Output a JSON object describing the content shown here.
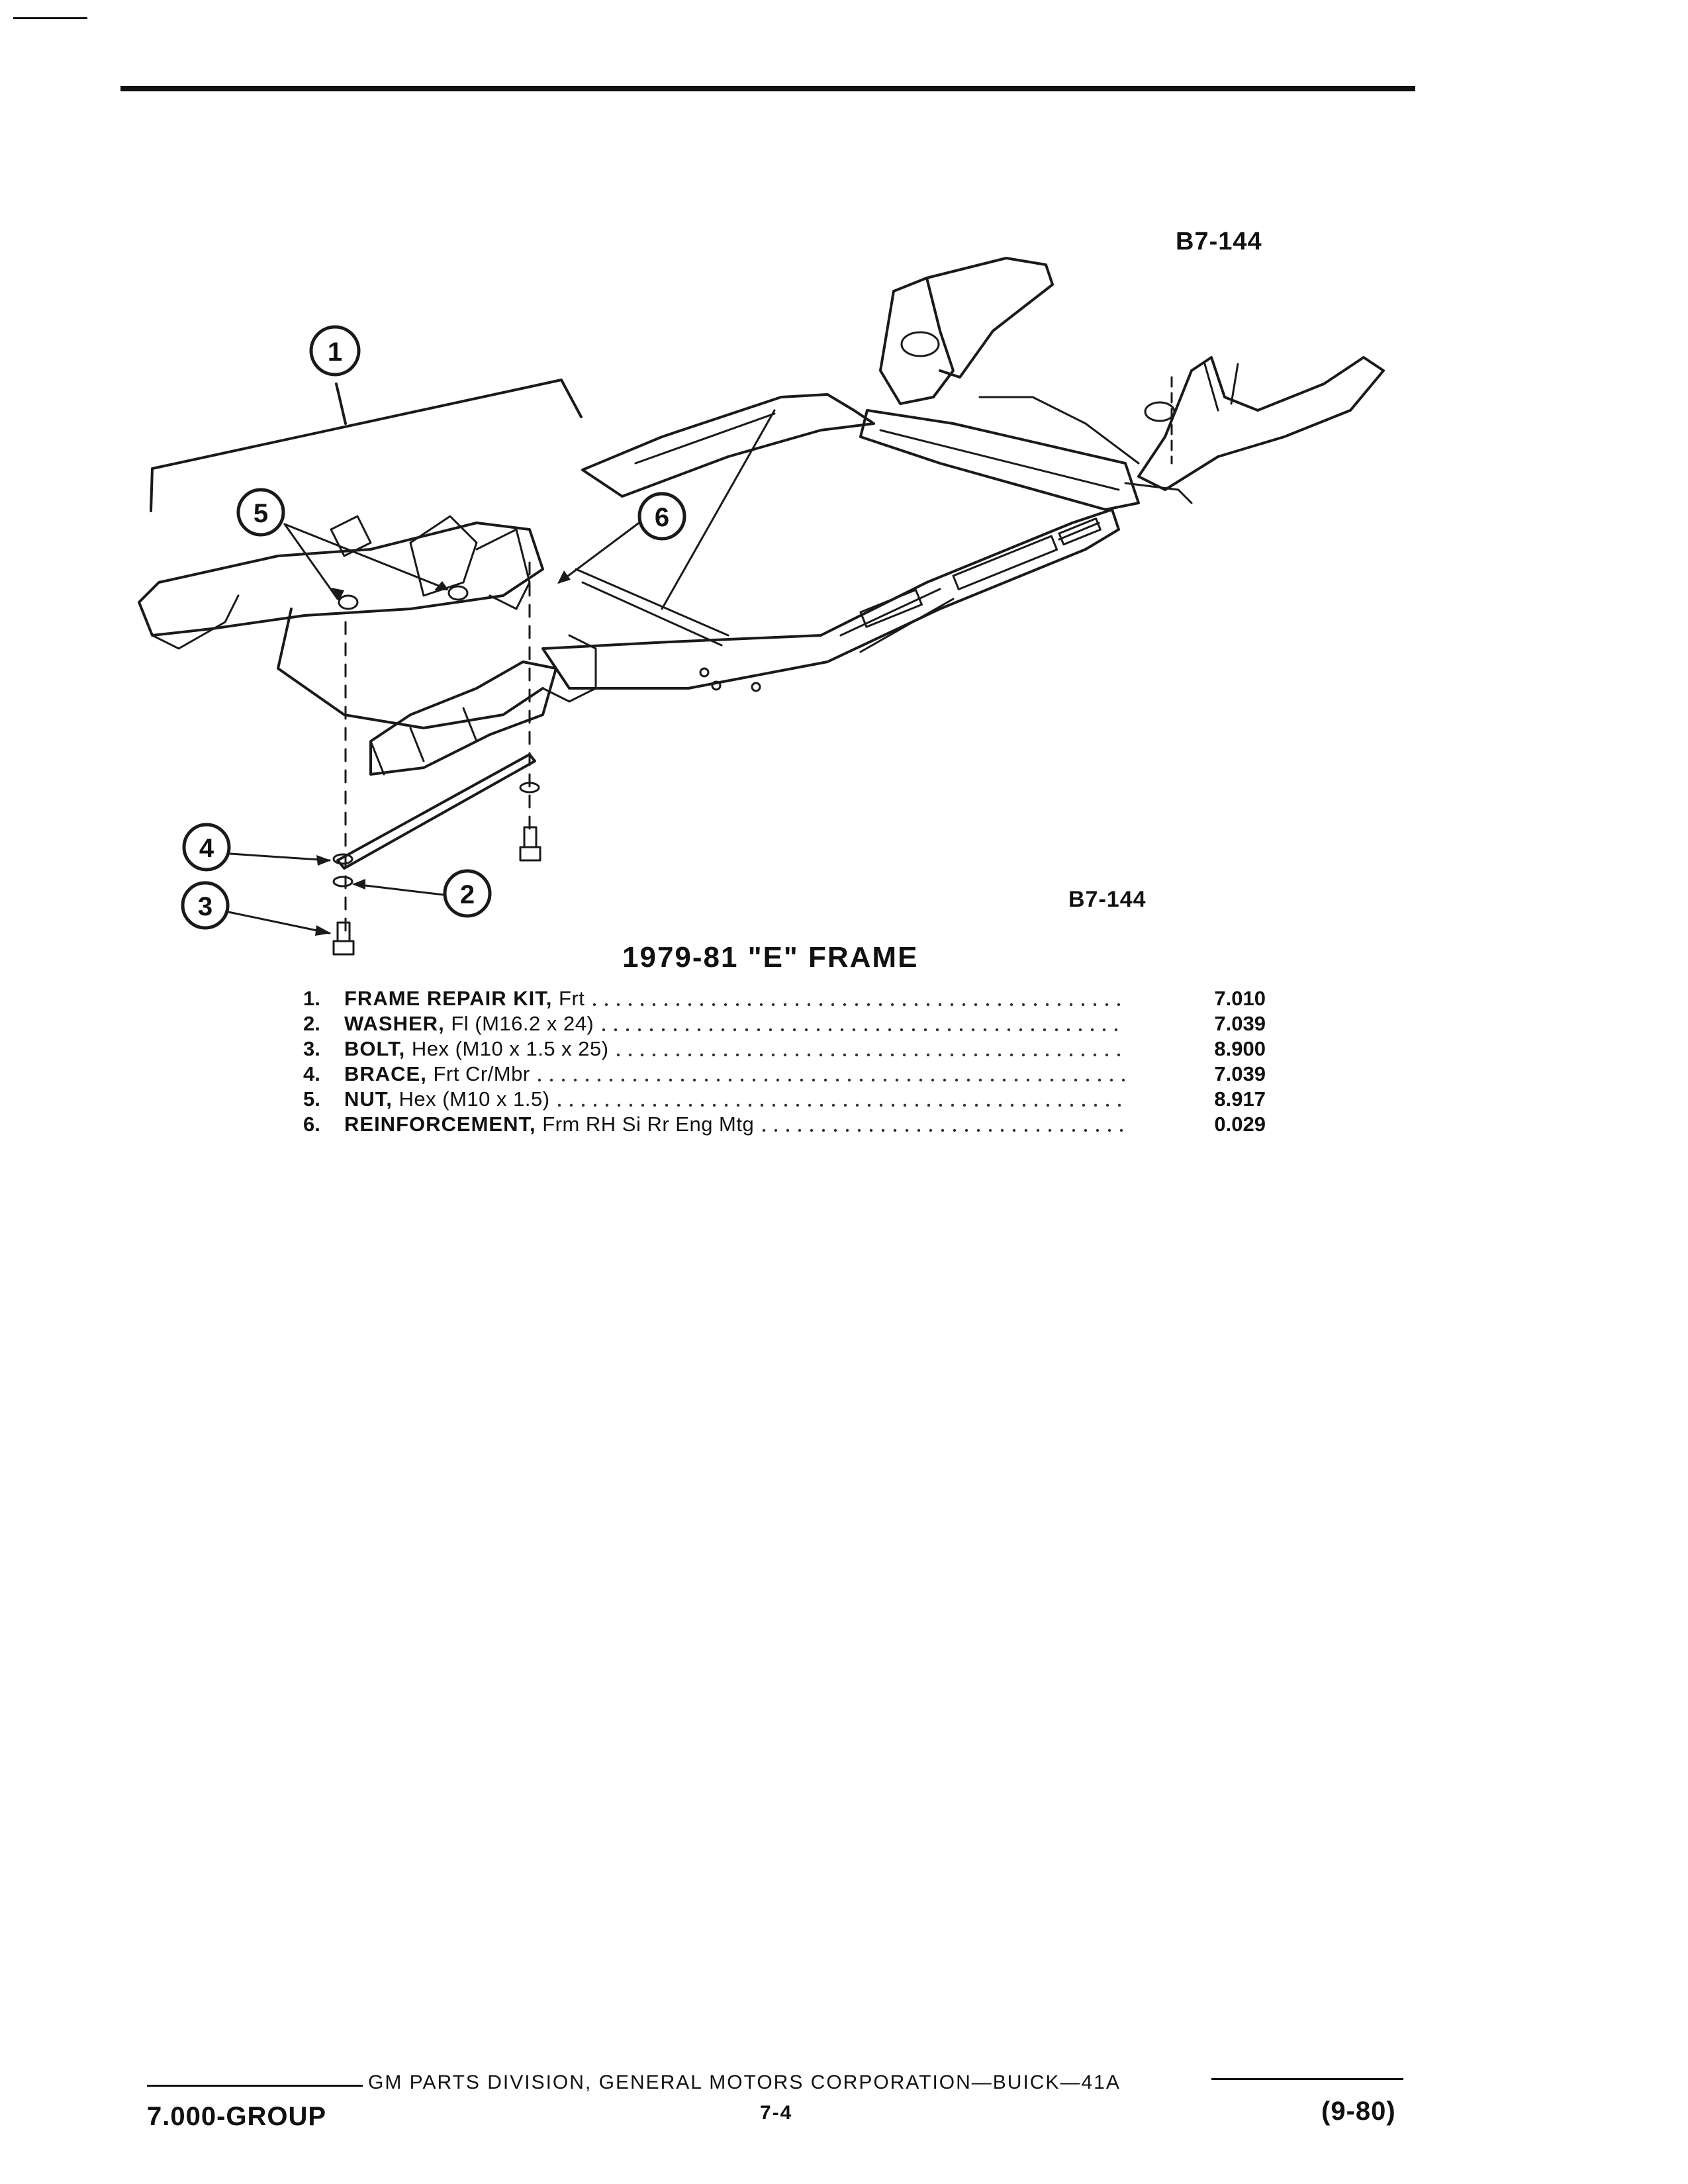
{
  "header": {
    "figure_code_top": "B7-144",
    "figure_code_bottom": "B7-144"
  },
  "callouts": [
    "1",
    "2",
    "3",
    "4",
    "5",
    "6"
  ],
  "figure_title": "1979-81 \"E\" FRAME",
  "parts": [
    {
      "num": "1.",
      "name": "FRAME REPAIR KIT,",
      "desc": "Frt",
      "group": "7.010"
    },
    {
      "num": "2.",
      "name": "WASHER,",
      "desc": "Fl (M16.2 x 24)",
      "group": "7.039"
    },
    {
      "num": "3.",
      "name": "BOLT,",
      "desc": "Hex (M10 x 1.5 x 25)",
      "group": "8.900"
    },
    {
      "num": "4.",
      "name": "BRACE,",
      "desc": "Frt Cr/Mbr",
      "group": "7.039"
    },
    {
      "num": "5.",
      "name": "NUT,",
      "desc": "Hex (M10 x 1.5)",
      "group": "8.917"
    },
    {
      "num": "6.",
      "name": "REINFORCEMENT,",
      "desc": "Frm RH Si Rr Eng Mtg",
      "group": "0.029"
    }
  ],
  "footer": {
    "division": "GM PARTS DIVISION, GENERAL MOTORS CORPORATION—BUICK—41A",
    "group": "7.000-GROUP",
    "page": "7-4",
    "date": "(9-80)"
  }
}
